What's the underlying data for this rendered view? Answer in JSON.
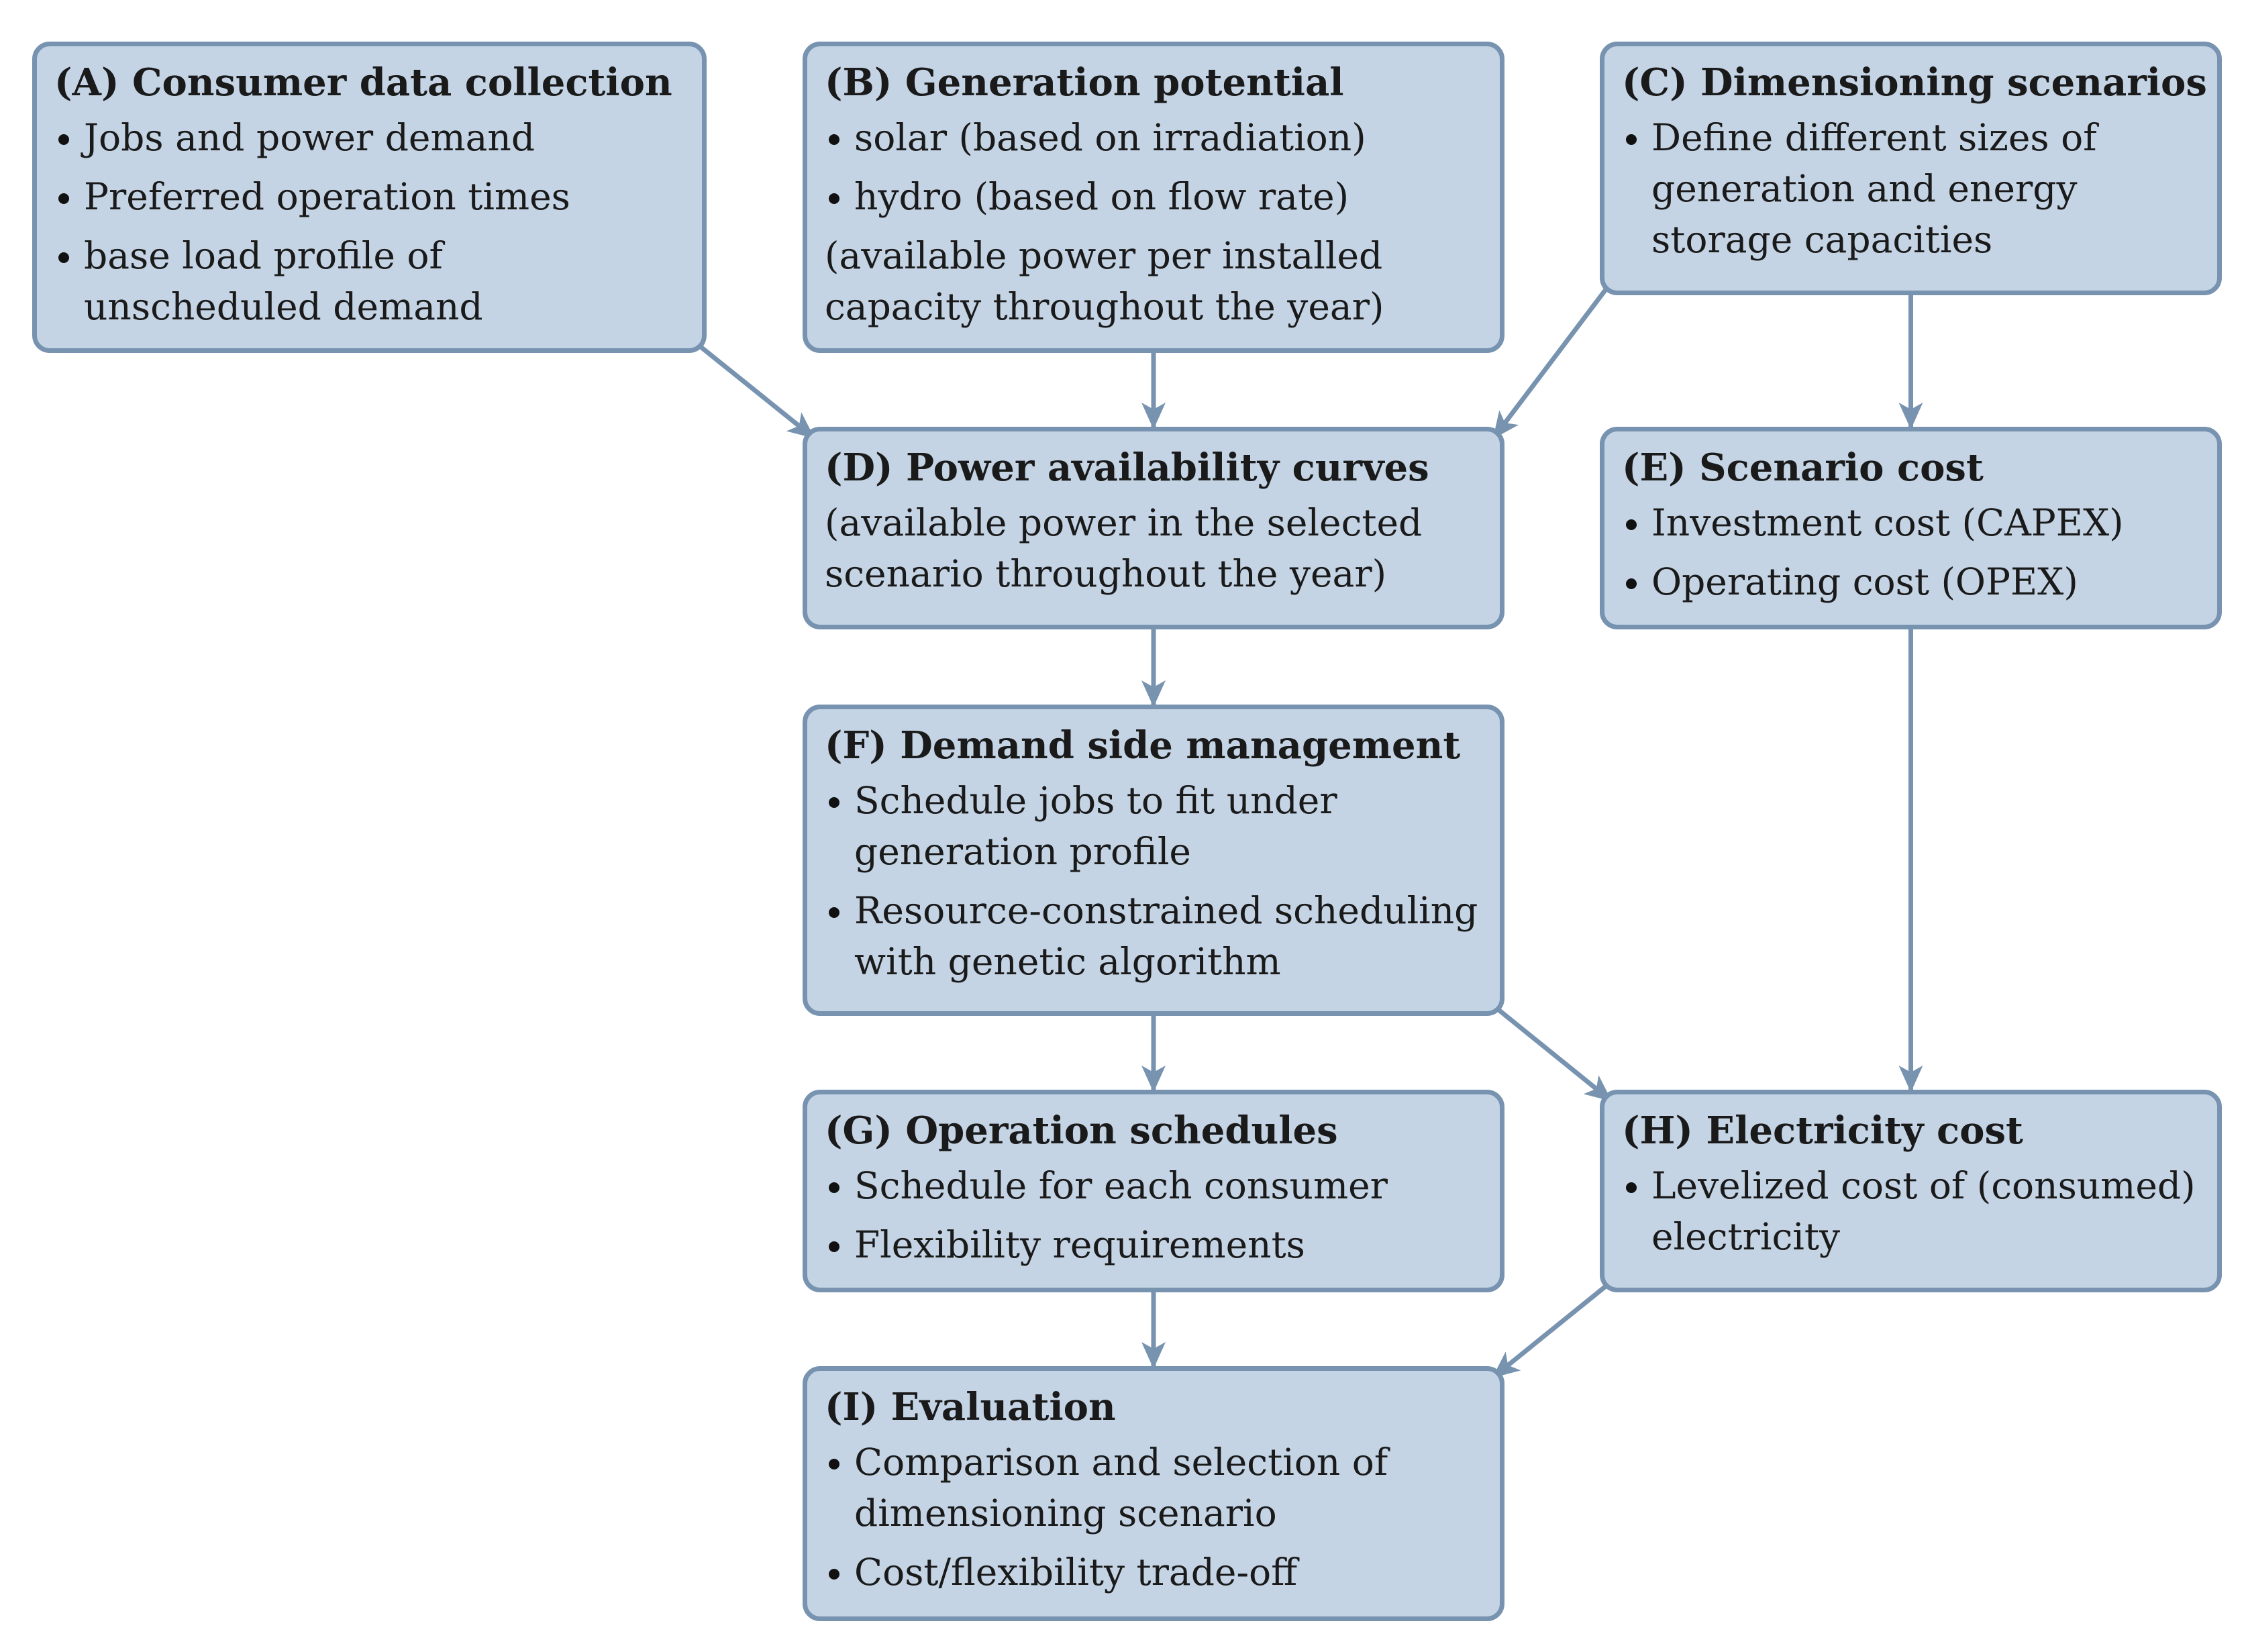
{
  "nodes": {
    "A": {
      "title": "(A) Consumer data collection",
      "bullets": [
        "Jobs and power demand",
        "Preferred operation times",
        "base load profile of unscheduled demand"
      ],
      "note": ""
    },
    "B": {
      "title": "(B) Generation potential",
      "bullets": [
        "solar (based on irradiation)",
        "hydro (based on flow rate)"
      ],
      "note": "(available power per installed capacity throughout the year)"
    },
    "C": {
      "title": "(C) Dimensioning scenarios",
      "bullets": [
        "Define different sizes of generation and energy storage capacities"
      ],
      "note": ""
    },
    "D": {
      "title": "(D) Power availability curves",
      "bullets": [],
      "note": "(available power in the selected scenario throughout the year)"
    },
    "E": {
      "title": "(E) Scenario cost",
      "bullets": [
        "Investment cost (CAPEX)",
        "Operating cost (OPEX)"
      ],
      "note": ""
    },
    "F": {
      "title": "(F) Demand side management",
      "bullets": [
        "Schedule jobs to fit under generation profile",
        "Resource-constrained scheduling with genetic algorithm"
      ],
      "note": ""
    },
    "G": {
      "title": "(G) Operation schedules",
      "bullets": [
        "Schedule for each consumer",
        "Flexibility requirements"
      ],
      "note": ""
    },
    "H": {
      "title": "(H) Electricity cost",
      "bullets": [
        "Levelized cost of (consumed) electricity"
      ],
      "note": ""
    },
    "I": {
      "title": "(I) Evaluation",
      "bullets": [
        "Comparison and selection of dimensioning scenario",
        "Cost/flexibility trade-off"
      ],
      "note": ""
    }
  },
  "edges": [
    {
      "from": "A",
      "to": "D"
    },
    {
      "from": "B",
      "to": "D"
    },
    {
      "from": "C",
      "to": "D"
    },
    {
      "from": "C",
      "to": "E"
    },
    {
      "from": "D",
      "to": "F"
    },
    {
      "from": "E",
      "to": "H"
    },
    {
      "from": "F",
      "to": "G"
    },
    {
      "from": "F",
      "to": "H"
    },
    {
      "from": "G",
      "to": "I"
    },
    {
      "from": "H",
      "to": "I"
    }
  ],
  "colors": {
    "box_fill": "#c4d4e5",
    "box_border": "#7793b0",
    "arrow": "#7793b0",
    "text": "#1a1a1a"
  }
}
